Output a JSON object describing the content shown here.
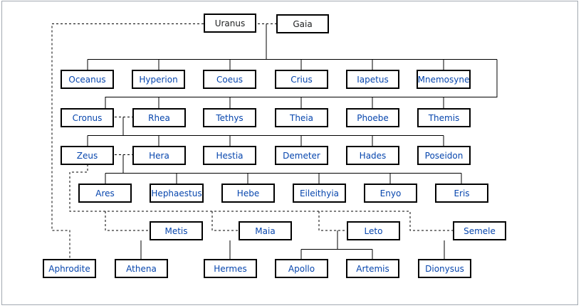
{
  "nodes": {
    "uranus": "Uranus",
    "gaia": "Gaia",
    "oceanus": "Oceanus",
    "hyperion": "Hyperion",
    "coeus": "Coeus",
    "crius": "Crius",
    "iapetus": "Iapetus",
    "mnemosyne": "Mnemosyne",
    "cronus": "Cronus",
    "rhea": "Rhea",
    "tethys": "Tethys",
    "theia": "Theia",
    "phoebe": "Phoebe",
    "themis": "Themis",
    "zeus": "Zeus",
    "hera": "Hera",
    "hestia": "Hestia",
    "demeter": "Demeter",
    "hades": "Hades",
    "poseidon": "Poseidon",
    "ares": "Ares",
    "hephaestus": "Hephaestus",
    "hebe": "Hebe",
    "eileithyia": "Eileithyia",
    "enyo": "Enyo",
    "eris": "Eris",
    "metis": "Metis",
    "maia": "Maia",
    "leto": "Leto",
    "semele": "Semele",
    "aphrodite": "Aphrodite",
    "athena": "Athena",
    "hermes": "Hermes",
    "apollo": "Apollo",
    "artemis": "Artemis",
    "dionysus": "Dionysus"
  },
  "colors": {
    "link": "#0645ad",
    "plain": "#202122",
    "border": "#000000",
    "frame": "#a2a9b1"
  }
}
